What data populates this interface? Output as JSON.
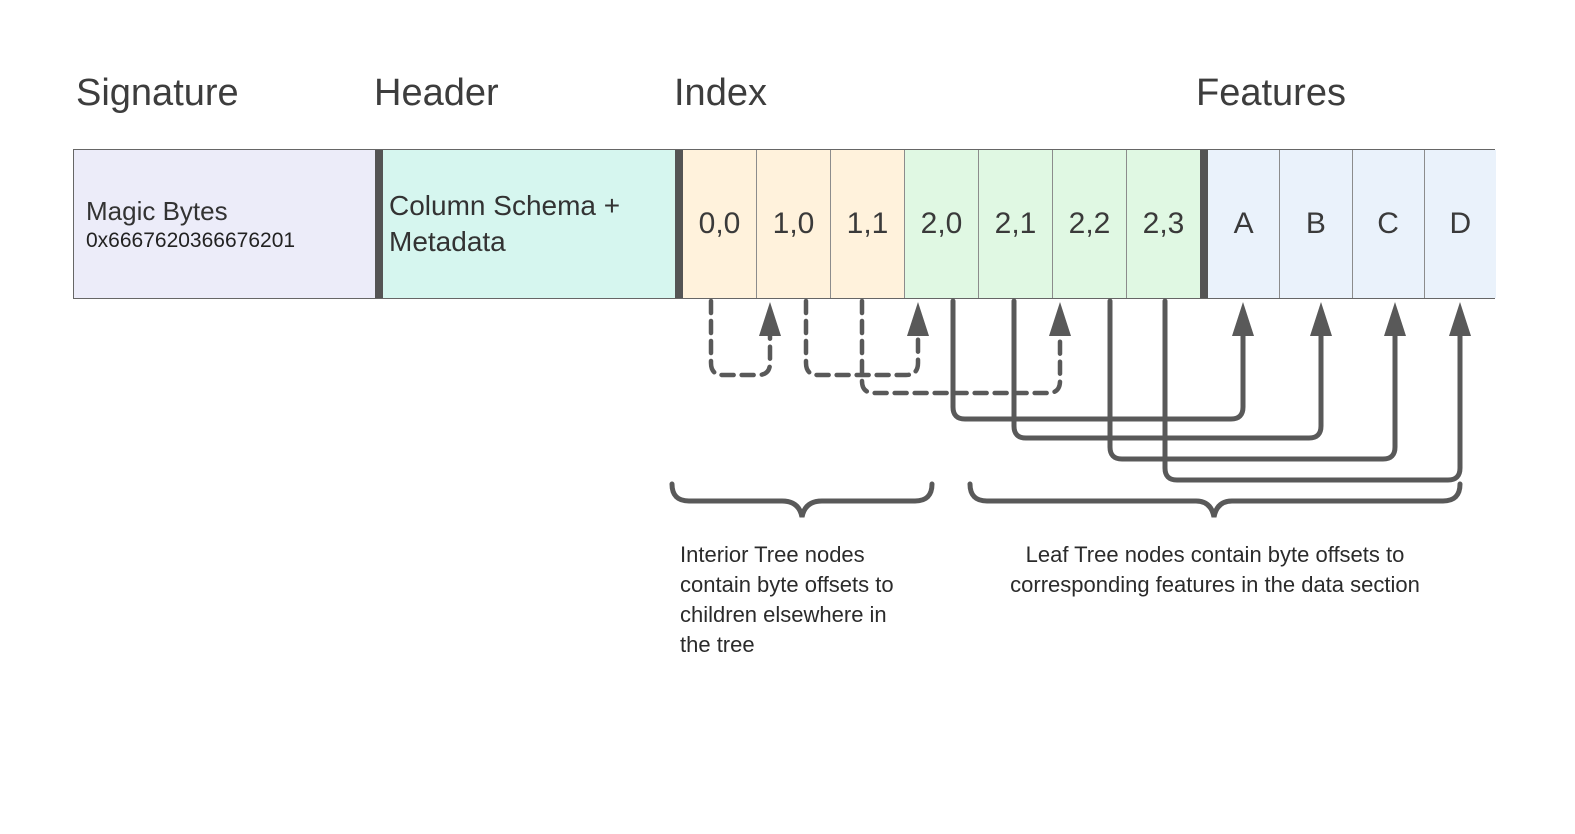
{
  "title_labels": {
    "signature": "Signature",
    "header": "Header",
    "index": "Index",
    "features": "Features"
  },
  "signature_box": {
    "title": "Magic Bytes",
    "code": "0x6667620366676201"
  },
  "header_box": {
    "label": "Column Schema + Metadata"
  },
  "index_cells": {
    "interior": [
      "0,0",
      "1,0",
      "1,1"
    ],
    "leaf": [
      "2,0",
      "2,1",
      "2,2",
      "2,3"
    ]
  },
  "feature_cells": [
    "A",
    "B",
    "C",
    "D"
  ],
  "notes": {
    "interior_lines": [
      "Interior Tree nodes",
      "contain byte offsets to",
      "children elsewhere in",
      "the tree"
    ],
    "leaf_lines": [
      "Leaf Tree nodes contain byte offsets to",
      "corresponding features in the data section"
    ]
  },
  "relations": {
    "interior_links": [
      {
        "from": "0,0",
        "to": "1,0",
        "style": "dashed"
      },
      {
        "from": "1,0",
        "to": "2,0",
        "style": "dashed"
      },
      {
        "from": "1,1",
        "to": "2,2",
        "style": "dashed"
      }
    ],
    "leaf_links": [
      {
        "from": "2,0",
        "to": "A",
        "style": "solid"
      },
      {
        "from": "2,1",
        "to": "B",
        "style": "solid"
      },
      {
        "from": "2,2",
        "to": "C",
        "style": "solid"
      },
      {
        "from": "2,3",
        "to": "D",
        "style": "solid"
      }
    ]
  },
  "colors": {
    "signature_fill": "#ececf9",
    "header_fill": "#d6f6ef",
    "interior_fill": "#fff2dc",
    "leaf_fill": "#e0f8e3",
    "feature_fill": "#eaf2fb",
    "separator": "#545454",
    "cell_border": "#8c8c8c",
    "arrow": "#595959",
    "label_text": "#3d3d3d",
    "body_text": "#2b2b2b"
  }
}
